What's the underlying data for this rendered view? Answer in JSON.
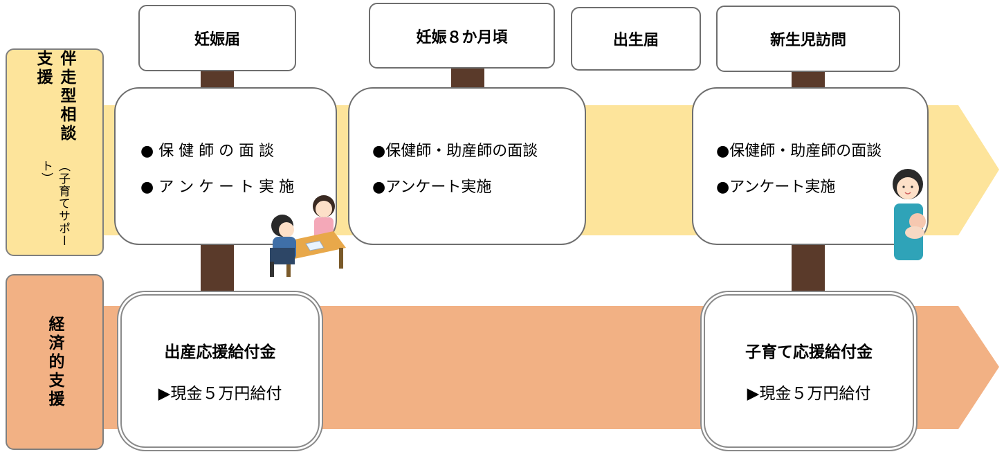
{
  "bands": {
    "consult": {
      "label": "伴走型相談支援",
      "sublabel": "（子育てサポート）",
      "color": "#fde49b",
      "label_color": "#fde49b"
    },
    "economic": {
      "label": "経済的支援",
      "color": "#f2b184",
      "label_color": "#f2b184"
    }
  },
  "stages": [
    {
      "id": "pregnancy-notice",
      "label": "妊娠届"
    },
    {
      "id": "eight-months",
      "label": "妊娠８か月頃"
    },
    {
      "id": "birth-notice",
      "label": "出生届"
    },
    {
      "id": "newborn-visit",
      "label": "新生児訪問"
    }
  ],
  "cards": {
    "pregnancy": {
      "line1": "● 保 健 師 の 面 談",
      "line2": "● ア ン ケ ー ト 実 施"
    },
    "eight_months": {
      "line1": "●保健師・助産師の面談",
      "line2": "●アンケート実施"
    },
    "newborn": {
      "line1": "●保健師・助産師の面談",
      "line2": "●アンケート実施"
    }
  },
  "benefits": {
    "birth": {
      "title": "出産応援給付金",
      "detail": "▶現金５万円給付"
    },
    "childcare": {
      "title": "子育て応援給付金",
      "detail": "▶現金５万円給付"
    }
  },
  "colors": {
    "stem": "#5a3a2a",
    "border": "#6e6e6e"
  }
}
